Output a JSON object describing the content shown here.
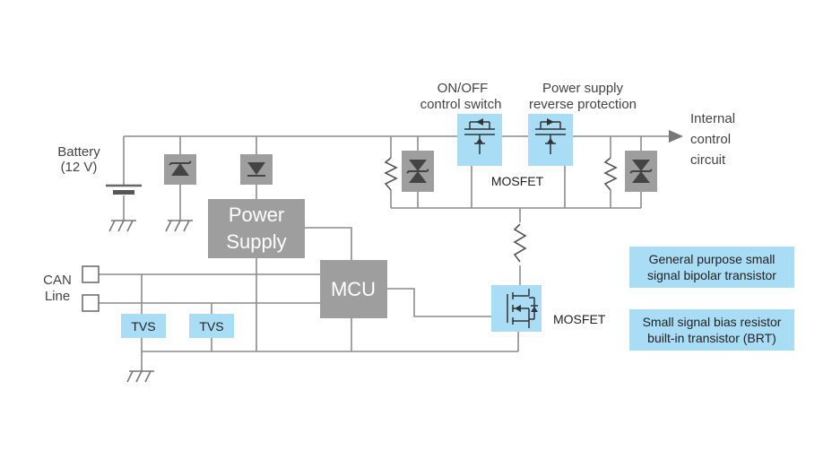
{
  "colors": {
    "wire": "#8c8c8c",
    "component_gray": "#9e9e9e",
    "highlight_blue": "#a9dcf5",
    "block_text": "#ffffff",
    "label_text": "#444444"
  },
  "labels": {
    "battery": [
      "Battery",
      "(12 V)"
    ],
    "can_line": [
      "CAN",
      "Line"
    ],
    "on_off_switch": [
      "ON/OFF",
      "control switch"
    ],
    "reverse_protection": [
      "Power supply",
      "reverse protection"
    ],
    "internal_circuit": [
      "Internal",
      "control",
      "circuit"
    ],
    "mosfet_top": "MOSFET",
    "mosfet_bottom": "MOSFET"
  },
  "blocks": {
    "power_supply": [
      "Power",
      "Supply"
    ],
    "mcu": "MCU"
  },
  "tvs": [
    "TVS",
    "TVS"
  ],
  "legend": {
    "bipolar": [
      "General purpose small",
      "signal bipolar transistor"
    ],
    "brt": [
      "Small signal bias resistor",
      "built-in transistor (BRT)"
    ]
  },
  "icons": {
    "battery": "battery-icon",
    "ground": "ground-icon",
    "zener": "zener-diode-icon",
    "diode": "diode-icon",
    "tvs_bidirectional": "tvs-diode-icon",
    "resistor": "resistor-icon",
    "mosfet": "mosfet-icon",
    "arrow": "arrow-icon"
  }
}
